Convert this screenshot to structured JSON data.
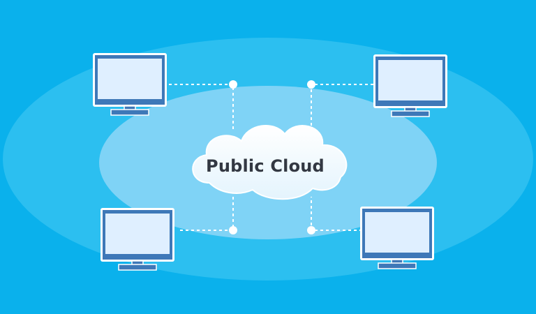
{
  "diagram": {
    "cloud_label": "Public Cloud",
    "nodes": [
      {
        "id": "monitor-top-left",
        "icon": "monitor-icon"
      },
      {
        "id": "monitor-top-right",
        "icon": "monitor-icon"
      },
      {
        "id": "monitor-bottom-left",
        "icon": "monitor-icon"
      },
      {
        "id": "monitor-bottom-right",
        "icon": "monitor-icon"
      }
    ],
    "center_icon": "cloud-icon",
    "colors": {
      "background": "#0ab1ec",
      "outer_ellipse": "#2cbff0",
      "inner_ellipse": "#7fd3f6",
      "monitor_frame": "#3e78b8",
      "monitor_screen": "#dfefff",
      "connector": "#ffffff"
    }
  }
}
